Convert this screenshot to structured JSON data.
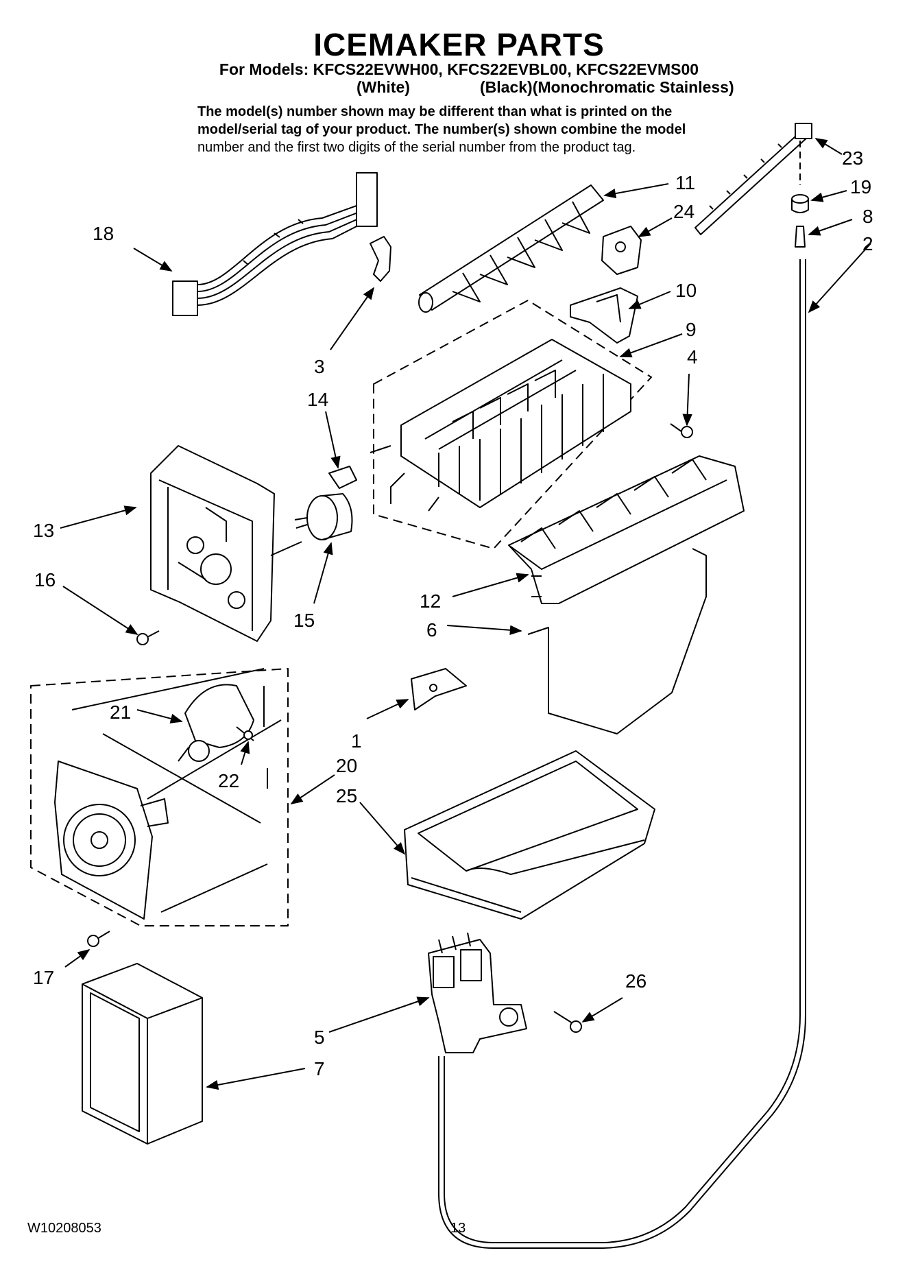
{
  "header": {
    "title": "ICEMAKER PARTS",
    "models": "For Models: KFCS22EVWH00, KFCS22EVBL00, KFCS22EVMS00",
    "color_white": "(White)",
    "color_black_stainless": "(Black)(Monochromatic Stainless)"
  },
  "note": {
    "line1": "The model(s) number shown may be different than what is printed on the",
    "line2": "model/serial tag of your product. The number(s) shown combine the model",
    "line3": "number and the first two digits of the serial number from the product tag."
  },
  "callouts": {
    "p1": "1",
    "p2": "2",
    "p3": "3",
    "p4": "4",
    "p5": "5",
    "p6": "6",
    "p7": "7",
    "p8": "8",
    "p9": "9",
    "p10": "10",
    "p11": "11",
    "p12": "12",
    "p13": "13",
    "p14": "14",
    "p15": "15",
    "p16": "16",
    "p17": "17",
    "p18": "18",
    "p19": "19",
    "p20": "20",
    "p21": "21",
    "p22": "22",
    "p23": "23",
    "p24": "24",
    "p25": "25",
    "p26": "26"
  },
  "footer": {
    "doc_number": "W10208053",
    "page_number": "13"
  }
}
